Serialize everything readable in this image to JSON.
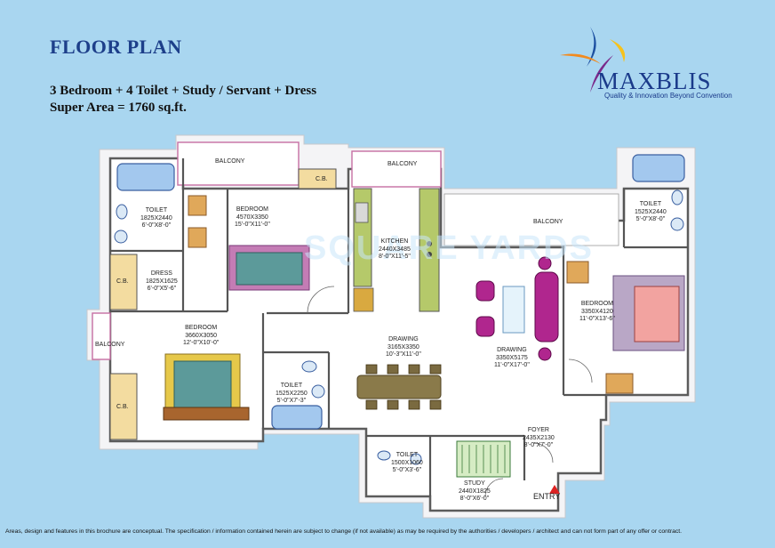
{
  "header": {
    "title": "FLOOR PLAN",
    "config_line": "3 Bedroom +  4 Toilet + Study / Servant + Dress",
    "area_line": "Super Area = 1760 sq.ft."
  },
  "brand": {
    "name": "MAXBLIS",
    "tagline": "Quality & Innovation Beyond Convention",
    "colors": {
      "name": "#1a3a8a",
      "swoosh_orange": "#f28a1e",
      "swoosh_blue": "#1c4fa0",
      "swoosh_purple": "#7a2a8a",
      "swoosh_yellow": "#f6c21c"
    }
  },
  "watermark": "SQUARE YARDS",
  "rooms": {
    "balcony_top_left": {
      "name": "BALCONY"
    },
    "balcony_top_mid": {
      "name": "BALCONY"
    },
    "balcony_right": {
      "name": "BALCONY"
    },
    "balcony_left": {
      "name": "BALCONY"
    },
    "toilet_1": {
      "name": "TOILET",
      "size": "1825X2440",
      "size_ft": "6'-0\"X8'-0\""
    },
    "bedroom_1": {
      "name": "BEDROOM",
      "size": "4570X3350",
      "size_ft": "15'-0\"X11'-0\""
    },
    "cb_top": {
      "name": "C.B."
    },
    "dress": {
      "name": "DRESS",
      "size": "1825X1625",
      "size_ft": "6'-0\"X5'-6\""
    },
    "cb_dress": {
      "name": "C.B."
    },
    "kitchen": {
      "name": "KITCHEN",
      "size": "2440X3485",
      "size_ft": "8'-0\"X11'-5\""
    },
    "toilet_2": {
      "name": "TOILET",
      "size": "1525X2440",
      "size_ft": "5'-0\"X8'-0\""
    },
    "bedroom_2": {
      "name": "BEDROOM",
      "size": "3350X4120",
      "size_ft": "11'-0\"X13'-6\""
    },
    "bedroom_3": {
      "name": "BEDROOM",
      "size": "3660X3050",
      "size_ft": "12'-0\"X10'-0\""
    },
    "cb_left": {
      "name": "C.B."
    },
    "drawing_1": {
      "name": "DRAWING",
      "size": "3165X3350",
      "size_ft": "10'-3\"X11'-0\""
    },
    "drawing_2": {
      "name": "DRAWING",
      "size": "3350X5175",
      "size_ft": "11'-0\"X17'-0\""
    },
    "toilet_3": {
      "name": "TOILET",
      "size": "1525X2250",
      "size_ft": "5'-0\"X7'-3\""
    },
    "foyer": {
      "name": "FOYER",
      "size": "2435X2130",
      "size_ft": "8'-0\"X7'-0\""
    },
    "toilet_4": {
      "name": "TOILET",
      "size": "1500X1060",
      "size_ft": "5'-0\"X3'-6\""
    },
    "study": {
      "name": "STUDY",
      "size": "2440X1825",
      "size_ft": "8'-0\"X6'-0\""
    }
  },
  "entry_label": "ENTRY",
  "disclaimer": "Areas, design and features in this brochure are conceptual. The specification / information contained herein are subject to change (if not available) as may be required by the authorities / developers / architect and can not form part of any offer or contract."
}
